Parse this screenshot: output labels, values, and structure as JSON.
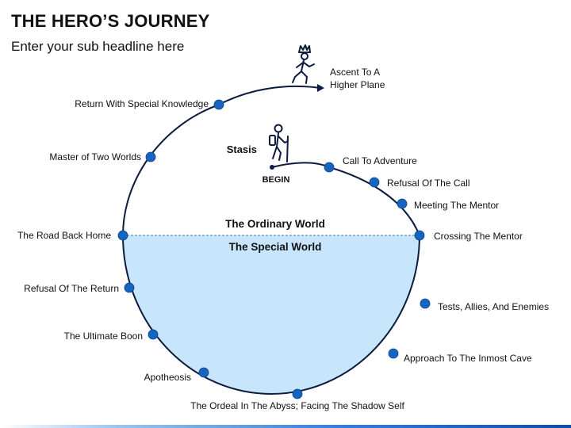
{
  "title": "THE HERO’S JOURNEY",
  "subtitle": "Enter your sub headline here",
  "worlds": {
    "ordinary": "The Ordinary World",
    "special": "The Special World"
  },
  "stasis_label": "Stasis",
  "begin_label": "BEGIN",
  "ascent_label": [
    "Ascent To A",
    "Higher Plane"
  ],
  "stages": [
    "Call To Adventure",
    "Refusal Of The Call",
    "Meeting The Mentor",
    "Crossing The Mentor",
    "Tests, Allies, And Enemies",
    "Approach To The Inmost Cave",
    "The Ordeal In The Abyss; Facing The Shadow Self",
    "Apotheosis",
    "The Ultimate Boon",
    "Refusal Of The Return",
    "The Road Back Home",
    "Master of Two Worlds",
    "Return With Special Knowledge"
  ],
  "colors": {
    "stage_dot": "#1565c0",
    "special_world_fill": "#c8e6fb",
    "path_stroke": "#0d1b3e",
    "divider": "#3a78c2"
  },
  "icons": [
    "hiker-icon",
    "crowned-walker-icon"
  ]
}
